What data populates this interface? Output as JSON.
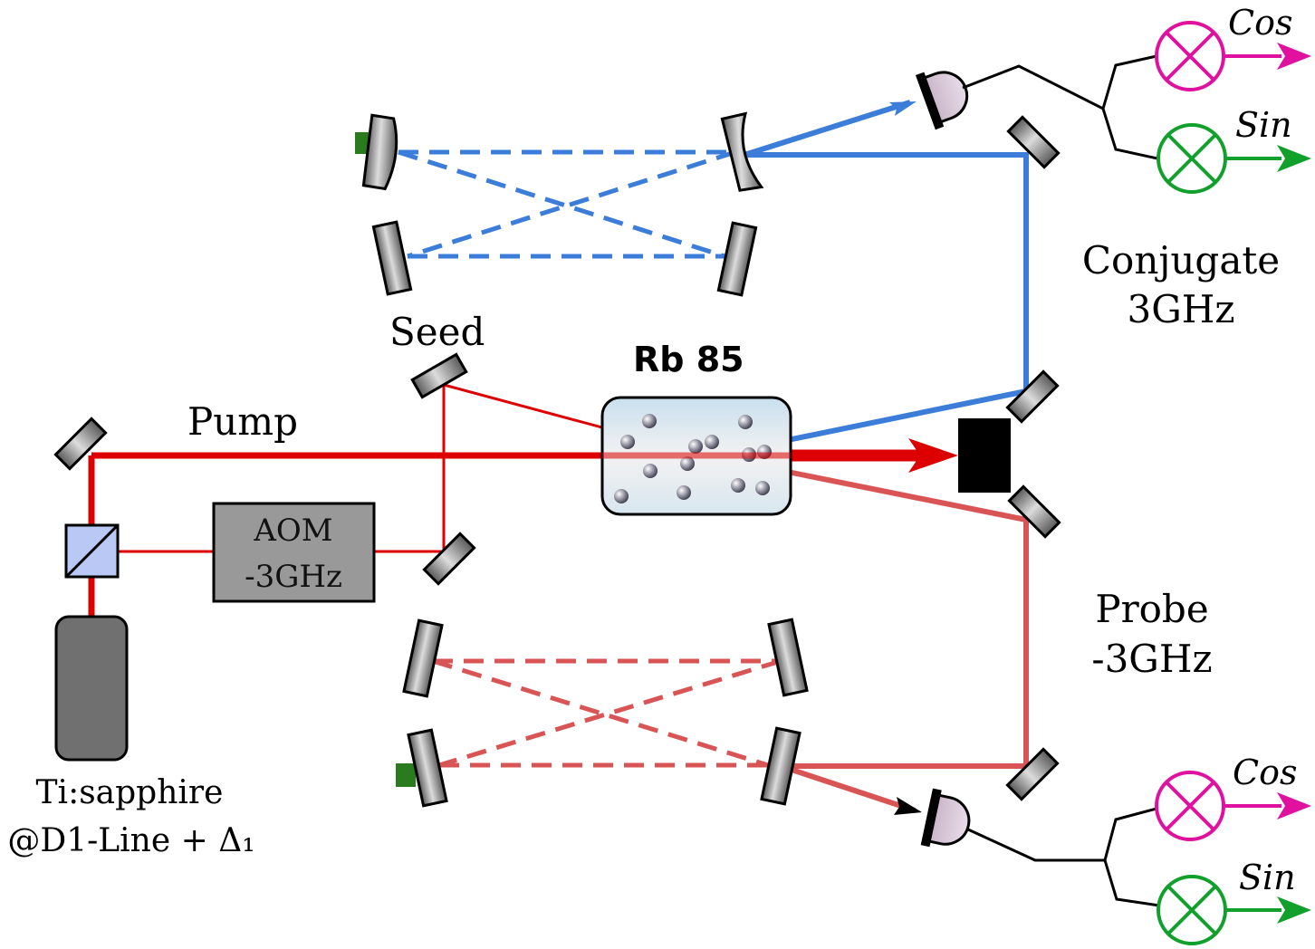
{
  "labels": {
    "seed": "Seed",
    "pump": "Pump",
    "rb": "Rb 85",
    "aom_line1": "AOM",
    "aom_line2": "-3GHz",
    "laser_line1": "Ti:sapphire",
    "laser_line2": "@D1-Line + Δ₁",
    "conjugate_line1": "Conjugate",
    "conjugate_line2": "3GHz",
    "probe_line1": "Probe",
    "probe_line2": "-3GHz",
    "cos_top": "Cos",
    "sin_top": "Sin",
    "cos_bottom": "Cos",
    "sin_bottom": "Sin"
  },
  "colors": {
    "pump": "#dd0000",
    "probe": "#d95555",
    "conjugate": "#3b7dd8",
    "cos": "#e0119e",
    "sin": "#12a02c",
    "piezo": "#2a7a1e",
    "aom": "#999999",
    "laser": "#707070",
    "beam_dump": "#000000"
  }
}
